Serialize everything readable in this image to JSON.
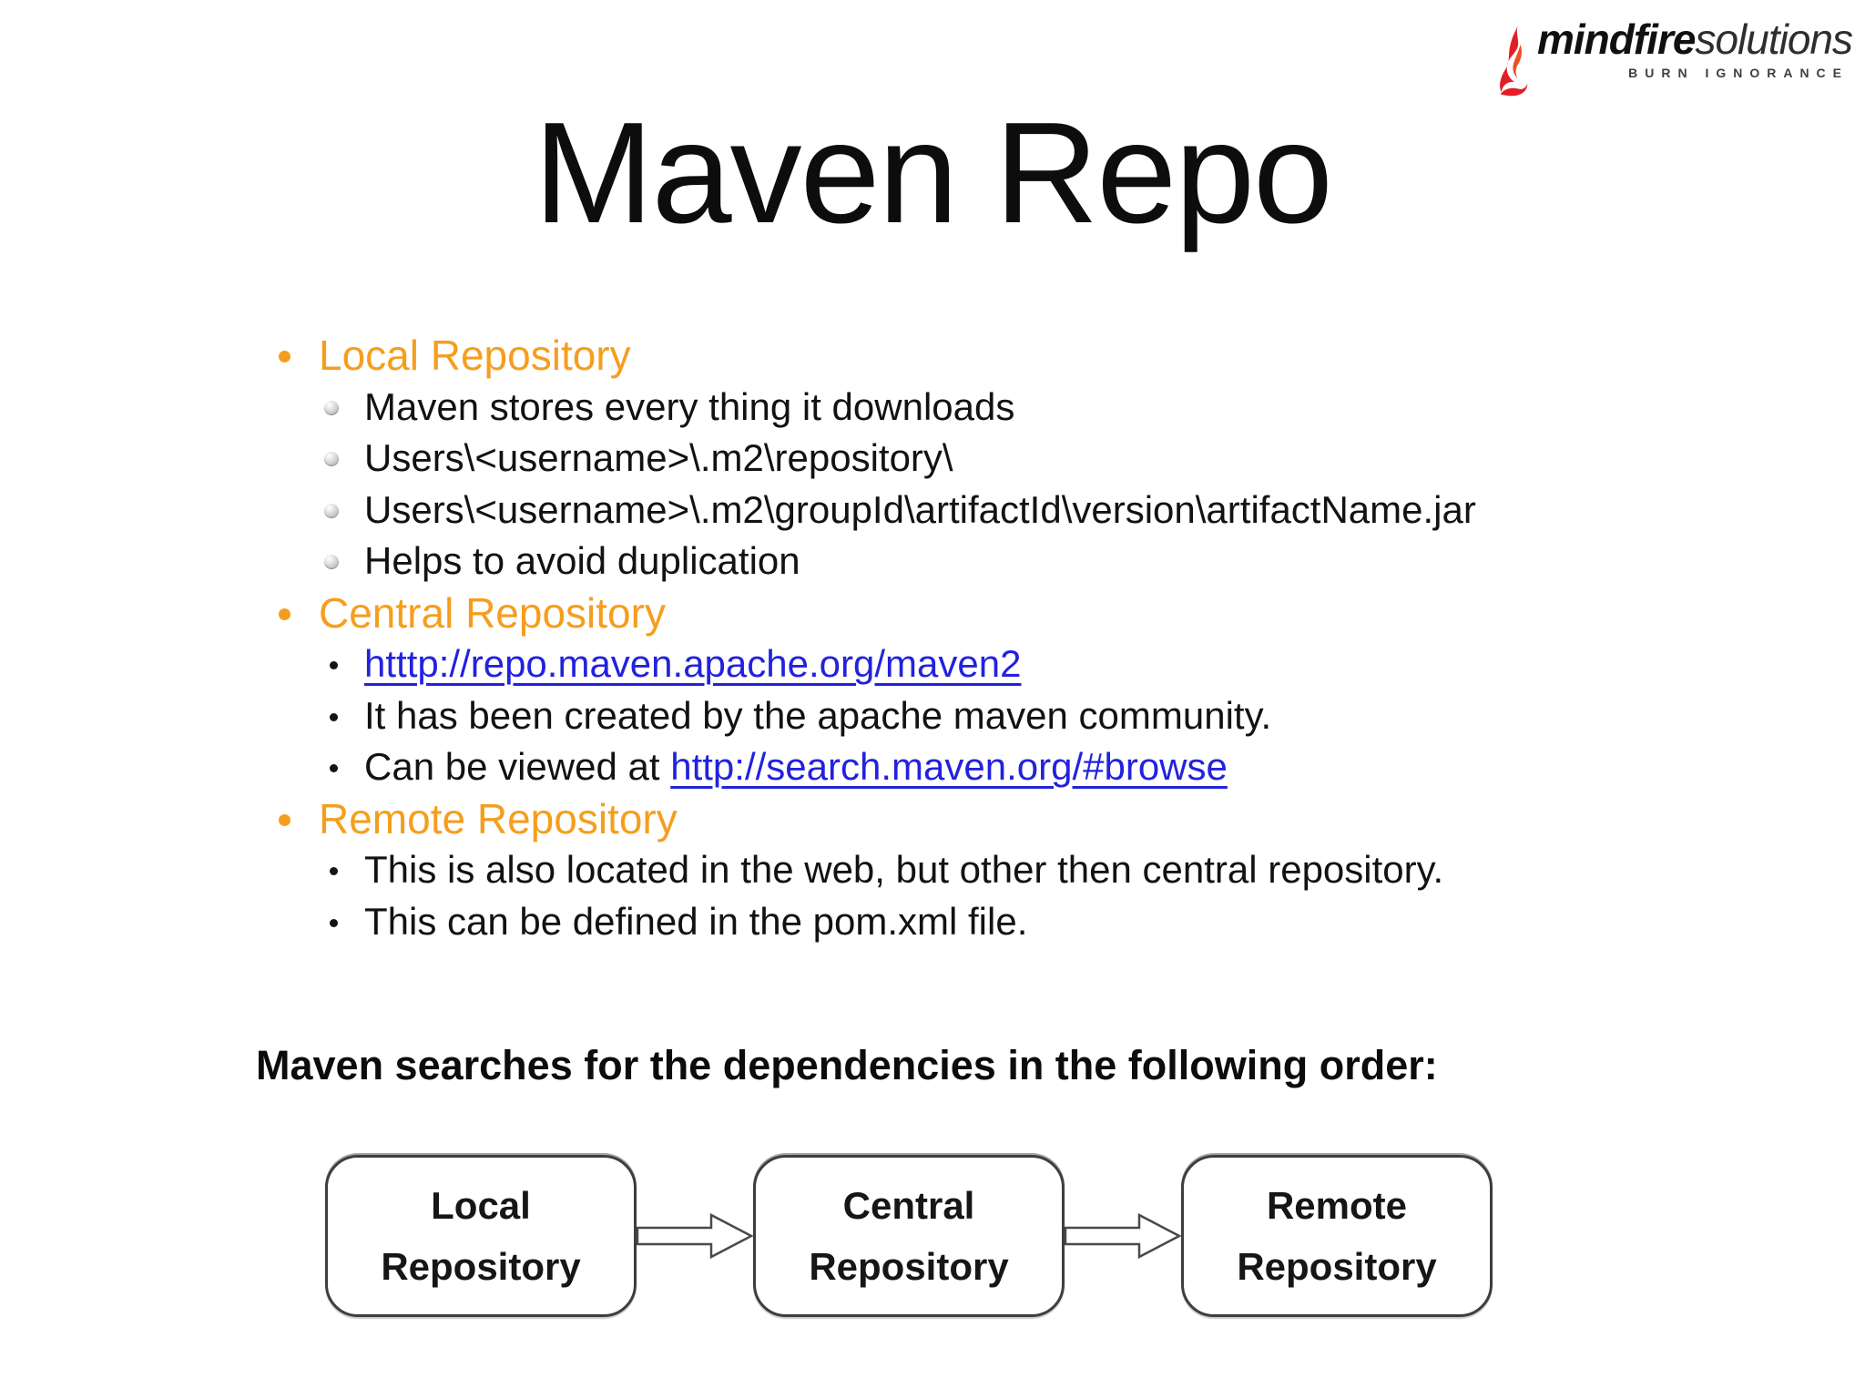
{
  "logo": {
    "brand_bold": "mindfire",
    "brand_light": "solutions",
    "tagline": "BURN IGNORANCE"
  },
  "title": "Maven Repo",
  "colors": {
    "accent_orange": "#F59E1E",
    "link_blue": "#2222DD",
    "flame_red": "#E31E25",
    "flame_orange": "#F04E23",
    "text_black": "#111111",
    "box_border_gray": "#3E3E3E"
  },
  "sections": [
    {
      "heading": "Local Repository",
      "bullet_style": "sphere",
      "items": [
        {
          "segments": [
            {
              "t": "Maven stores every thing it downloads"
            }
          ]
        },
        {
          "segments": [
            {
              "t": "Users\\<username>\\.m2\\repository\\"
            }
          ]
        },
        {
          "segments": [
            {
              "t": "Users\\<username>\\.m2\\groupId\\artifactId\\version\\artifactName.jar"
            }
          ]
        },
        {
          "segments": [
            {
              "t": "Helps to avoid duplication"
            }
          ]
        }
      ]
    },
    {
      "heading": "Central Repository",
      "bullet_style": "dot",
      "items": [
        {
          "segments": [
            {
              "t": "htttp://repo.maven.apache.org/maven2",
              "link": true
            }
          ]
        },
        {
          "segments": [
            {
              "t": "It has been created by the apache maven community."
            }
          ]
        },
        {
          "segments": [
            {
              "t": "Can be viewed at "
            },
            {
              "t": "http://search.maven.org/#browse",
              "link": true
            }
          ]
        }
      ]
    },
    {
      "heading": "Remote Repository",
      "bullet_style": "dot",
      "items": [
        {
          "segments": [
            {
              "t": "This is also located in the web, but other then central repository."
            }
          ]
        },
        {
          "segments": [
            {
              "t": "This can be defined in the pom.xml file."
            }
          ]
        }
      ]
    }
  ],
  "order_caption": "Maven searches for the dependencies in the following order:",
  "flow": {
    "boxes": [
      {
        "line1": "Local",
        "line2": "Repository"
      },
      {
        "line1": "Central",
        "line2": "Repository"
      },
      {
        "line1": "Remote",
        "line2": "Repository"
      }
    ]
  }
}
